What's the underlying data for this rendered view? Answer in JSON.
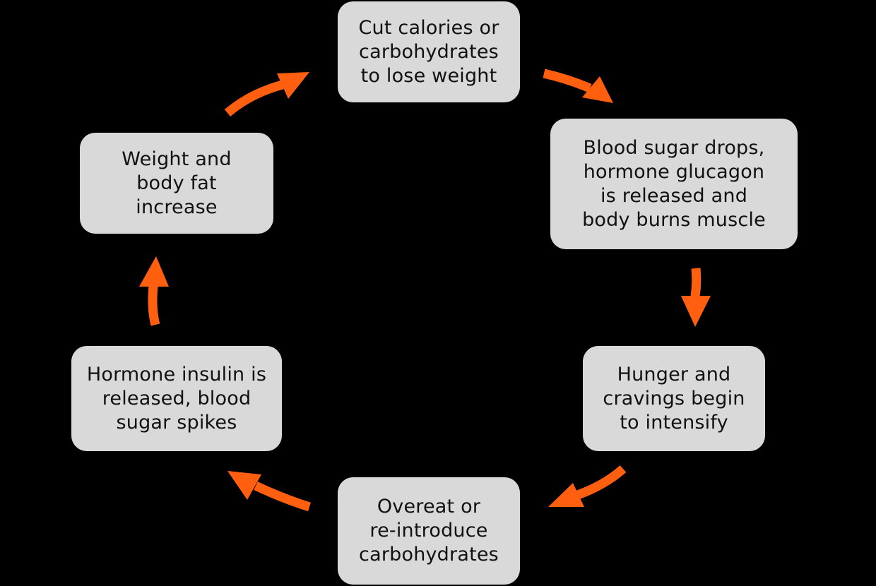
{
  "diagram": {
    "arrow_color": "#ff5f0f",
    "node_color": "#d9d9d9",
    "background": "#000000",
    "nodes": [
      {
        "id": "cut-calories",
        "lines": [
          "Cut calories or",
          "carbohydrates",
          "to lose weight"
        ]
      },
      {
        "id": "blood-sugar",
        "lines": [
          "Blood sugar drops,",
          "hormone glucagon",
          "is released and",
          "body burns muscle"
        ]
      },
      {
        "id": "hunger",
        "lines": [
          "Hunger and",
          "cravings begin",
          "to intensify"
        ]
      },
      {
        "id": "overeat",
        "lines": [
          "Overeat or",
          "re-introduce",
          "carbohydrates"
        ]
      },
      {
        "id": "insulin",
        "lines": [
          "Hormone insulin is",
          "released, blood",
          "sugar spikes"
        ]
      },
      {
        "id": "weight",
        "lines": [
          "Weight and",
          "body fat",
          "increase"
        ]
      }
    ],
    "edges": [
      {
        "from": "cut-calories",
        "to": "blood-sugar"
      },
      {
        "from": "blood-sugar",
        "to": "hunger"
      },
      {
        "from": "hunger",
        "to": "overeat"
      },
      {
        "from": "overeat",
        "to": "insulin"
      },
      {
        "from": "insulin",
        "to": "weight"
      },
      {
        "from": "weight",
        "to": "cut-calories"
      }
    ]
  }
}
